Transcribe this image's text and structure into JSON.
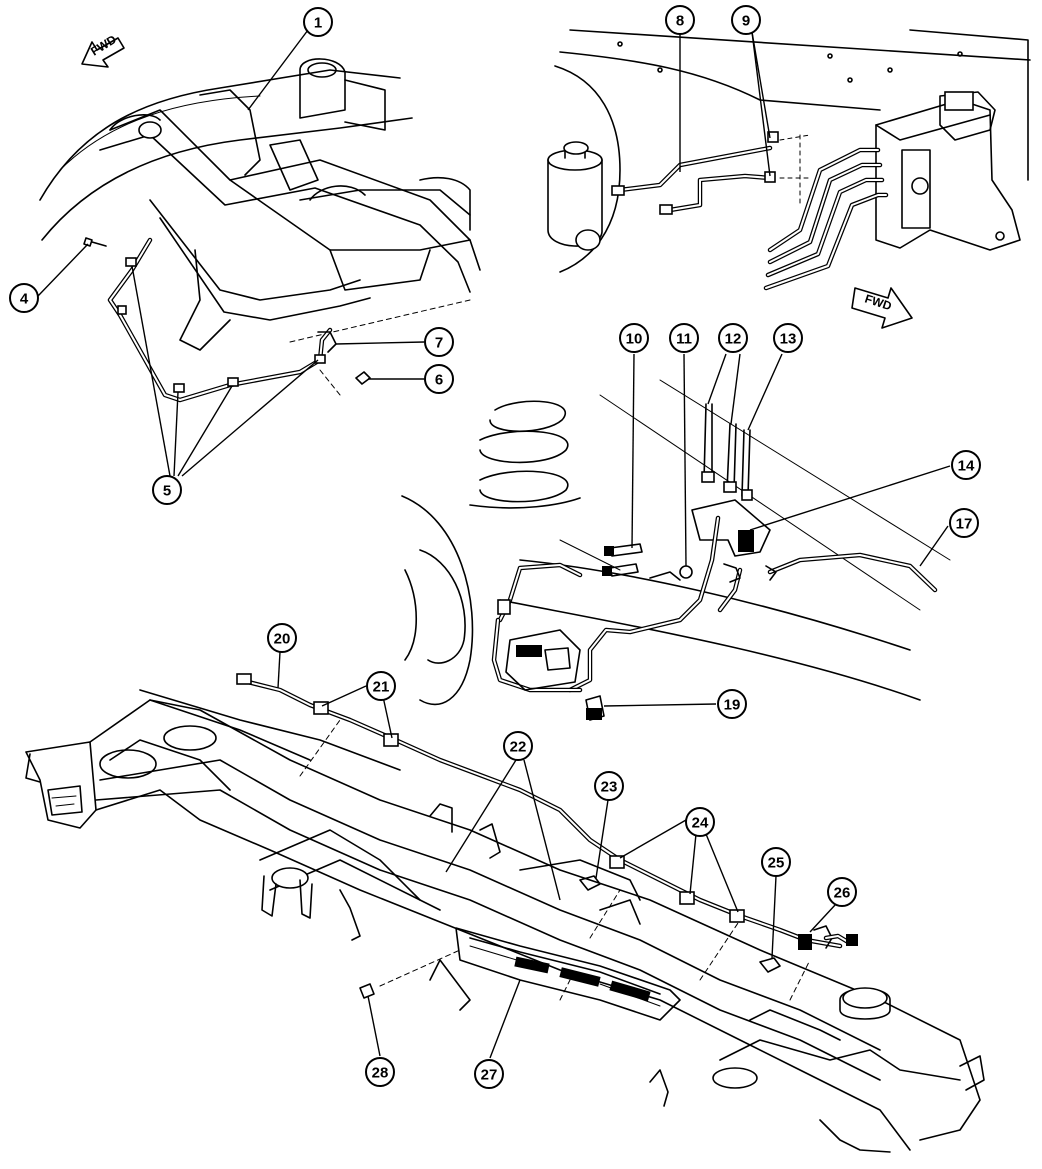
{
  "callouts": [
    {
      "id": "c1",
      "label": "1"
    },
    {
      "id": "c4",
      "label": "4"
    },
    {
      "id": "c5",
      "label": "5"
    },
    {
      "id": "c6",
      "label": "6"
    },
    {
      "id": "c7",
      "label": "7"
    },
    {
      "id": "c8",
      "label": "8"
    },
    {
      "id": "c9",
      "label": "9"
    },
    {
      "id": "c10",
      "label": "10"
    },
    {
      "id": "c11",
      "label": "11"
    },
    {
      "id": "c12",
      "label": "12"
    },
    {
      "id": "c13",
      "label": "13"
    },
    {
      "id": "c14",
      "label": "14"
    },
    {
      "id": "c17",
      "label": "17"
    },
    {
      "id": "c19",
      "label": "19"
    },
    {
      "id": "c20",
      "label": "20"
    },
    {
      "id": "c21",
      "label": "21"
    },
    {
      "id": "c22",
      "label": "22"
    },
    {
      "id": "c23",
      "label": "23"
    },
    {
      "id": "c24",
      "label": "24"
    },
    {
      "id": "c25",
      "label": "25"
    },
    {
      "id": "c26",
      "label": "26"
    },
    {
      "id": "c27",
      "label": "27"
    },
    {
      "id": "c28",
      "label": "28"
    }
  ],
  "fwd_arrows": {
    "top_left": "FWD",
    "top_right": "FWD"
  },
  "colors": {
    "line": "#000000",
    "background": "#ffffff"
  }
}
